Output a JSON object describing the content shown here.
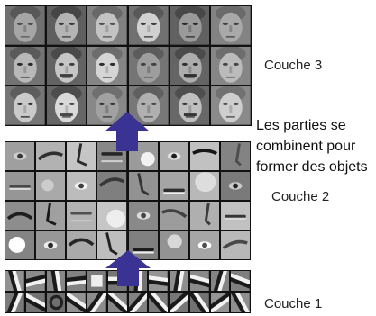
{
  "layers": [
    {
      "label": "Couche 3"
    },
    {
      "label": "Couche 2"
    },
    {
      "label": "Couche 1"
    }
  ],
  "caption_lines": [
    "Les parties se",
    "combinent pour",
    "former des objets"
  ],
  "colors": {
    "arrow": "#3b3393",
    "grid_border": "#111111"
  }
}
